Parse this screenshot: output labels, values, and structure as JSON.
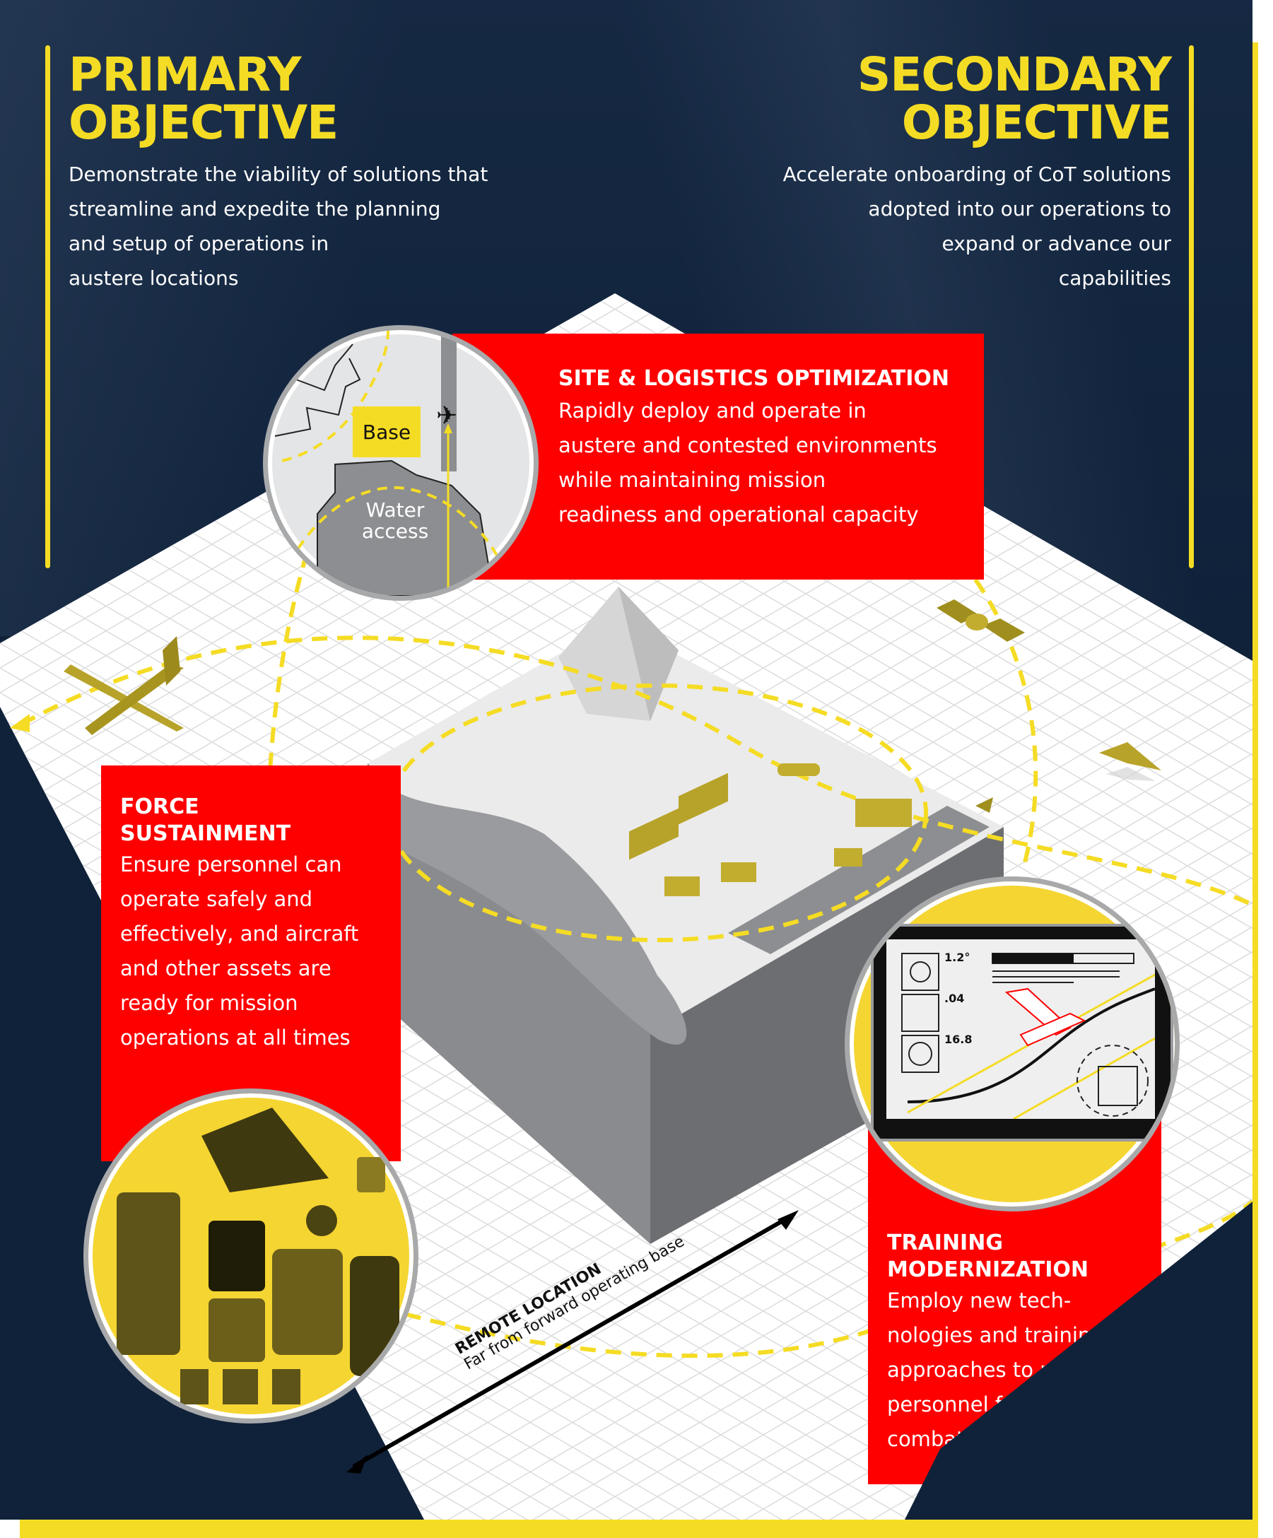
{
  "primary_objective": {
    "heading_line1": "PRIMARY",
    "heading_line2": "OBJECTIVE",
    "body_lines": [
      "Demonstrate the viability of solutions that",
      "streamline and expedite the planning",
      "and setup of operations in",
      "austere locations"
    ]
  },
  "secondary_objective": {
    "heading_line1": "SECONDARY",
    "heading_line2": "OBJECTIVE",
    "body_lines": [
      "Accelerate onboarding of CoT solutions",
      "adopted into our operations to",
      "expand or advance our",
      "capabilities"
    ]
  },
  "cards": {
    "site_logistics": {
      "title": "SITE & LOGISTICS OPTIMIZATION",
      "body_lines": [
        "Rapidly deploy and operate in",
        "austere and contested environments",
        "while maintaining mission",
        "readiness and operational capacity"
      ],
      "map_labels": {
        "base": "Base",
        "water_line1": "Water",
        "water_line2": "access"
      }
    },
    "force_sustainment": {
      "title_line1": "FORCE",
      "title_line2": "SUSTAINMENT",
      "body_lines": [
        "Ensure personnel can",
        "operate safely and",
        "effectively, and aircraft",
        "and other assets are",
        "ready for mission",
        "operations at all times"
      ]
    },
    "training_modernization": {
      "title_line1": "TRAINING",
      "title_line2": "MODERNIZATION",
      "body_lines": [
        "Employ new tech-",
        "nologies and training",
        "approaches to prepare",
        "personnel for agile",
        "combat operations"
      ],
      "tablet_readouts": [
        "1.2°",
        ".04",
        "16.8"
      ]
    }
  },
  "distance_label": {
    "title": "REMOTE LOCATION",
    "subtitle": "Far from forward operating base"
  },
  "colors": {
    "navy": "#10223a",
    "yellow": "#f5dc24",
    "red": "#ff0000",
    "olive": "#b8a32a",
    "terrain_light": "#ebebeb",
    "terrain_side": "#8a8b8e"
  },
  "icons": [
    "cargo-plane-icon",
    "satellite-icon",
    "fighter-jet-icon",
    "helicopter-icon",
    "tent-icon",
    "truck-icon",
    "excavator-icon",
    "bulldozer-icon",
    "tablet-icon",
    "airplane-icon",
    "gear-kit-icon"
  ]
}
